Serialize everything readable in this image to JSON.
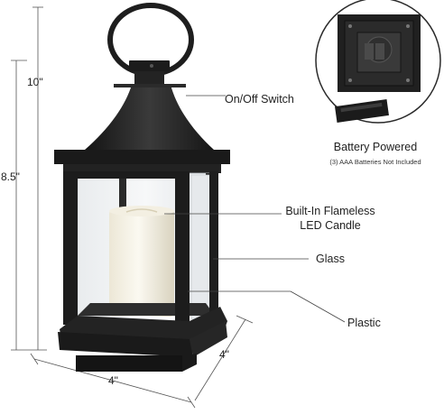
{
  "dimensions": {
    "total_height": "10\"",
    "body_height": "8.5\"",
    "width": "4\"",
    "depth": "4\""
  },
  "callouts": {
    "switch": "On/Off Switch",
    "battery_title": "Battery Powered",
    "battery_note": "(3) AAA Batteries Not Included",
    "candle_line1": "Built-In Flameless",
    "candle_line2": "LED Candle",
    "glass": "Glass",
    "plastic": "Plastic"
  }
}
